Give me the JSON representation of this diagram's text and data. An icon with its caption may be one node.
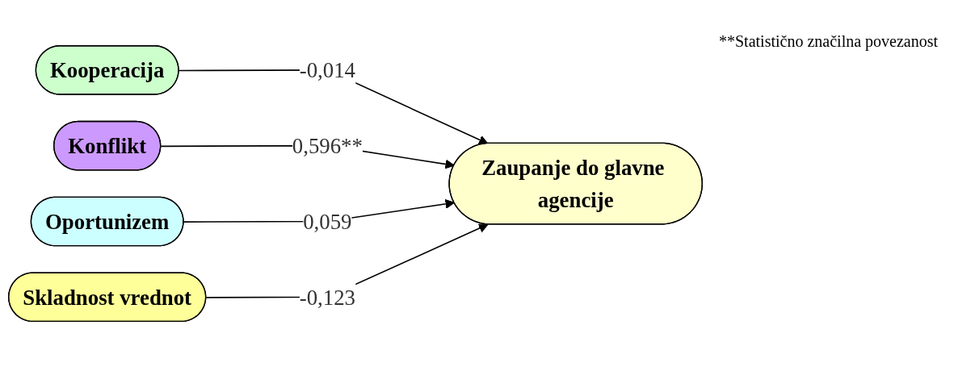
{
  "diagram": {
    "nodes": [
      {
        "text": [
          "Kooperacija"
        ]
      },
      {
        "text": [
          "Konflikt"
        ]
      },
      {
        "text": [
          "Oportunizem"
        ]
      },
      {
        "text": [
          "Skladnost vrednot"
        ]
      },
      {
        "text": [
          "Zaupanje do glavne agencije"
        ]
      }
    ],
    "edges": [
      {
        "from": 0,
        "to": 4,
        "arrow": "to",
        "label": "-0,014"
      },
      {
        "from": 1,
        "to": 4,
        "arrow": "to",
        "label": "0,596**"
      },
      {
        "from": 2,
        "to": 4,
        "arrow": "to",
        "label": "0,059"
      },
      {
        "from": 3,
        "to": 4,
        "arrow": "to",
        "label": "-0,123"
      }
    ],
    "labels": [
      "**Statistično značilna povezanost"
    ]
  }
}
